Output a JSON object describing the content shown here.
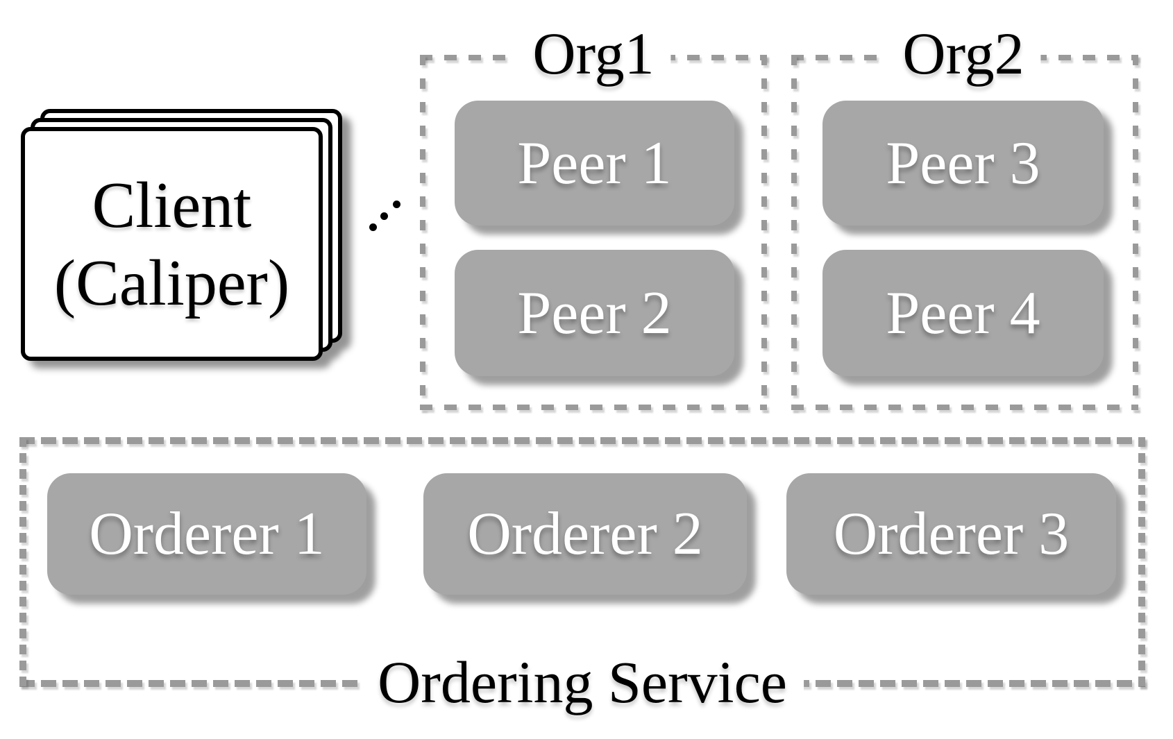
{
  "diagram": {
    "client": {
      "line1": "Client",
      "line2": "(Caliper)"
    },
    "orgs": [
      {
        "label": "Org1",
        "peers": [
          "Peer 1",
          "Peer 2"
        ]
      },
      {
        "label": "Org2",
        "peers": [
          "Peer 3",
          "Peer 4"
        ]
      }
    ],
    "ordering_service": {
      "label": "Ordering Service",
      "orderers": [
        "Orderer 1",
        "Orderer 2",
        "Orderer 3"
      ]
    }
  },
  "colors": {
    "box_gray": "#a7a7a7",
    "dash_gray": "#9a9a9a",
    "text_white": "#ffffff",
    "text_black": "#000000",
    "page_bg": "#ffffff"
  }
}
